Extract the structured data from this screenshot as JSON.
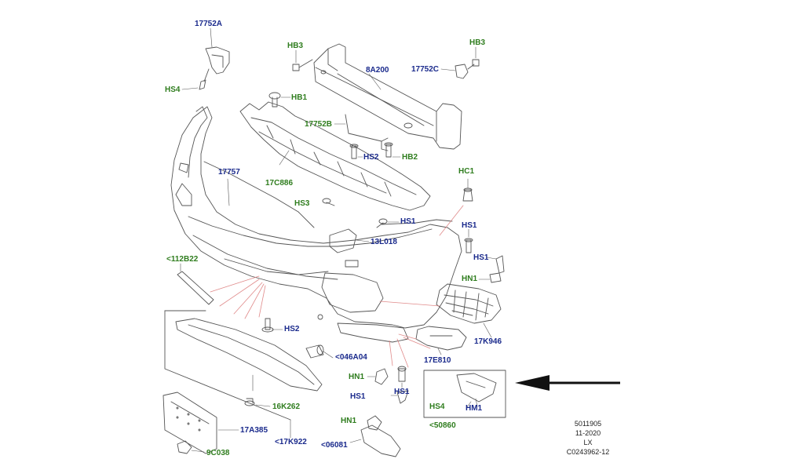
{
  "colors": {
    "part_number_blue": "#1a2a8c",
    "fastener_green": "#2f7d1e",
    "callout_red": "#e08a8a",
    "arrow": "#111111"
  },
  "labels": {
    "l17752A": "17752A",
    "lHB3a": "HB3",
    "lHS4a": "HS4",
    "l8A200": "8A200",
    "lHB3b": "HB3",
    "l17752C": "17752C",
    "lHB1": "HB1",
    "l17752B": "17752B",
    "lHS2a": "HS2",
    "lHB2": "HB2",
    "l17757": "17757",
    "l17C886": "17C886",
    "lHC1": "HC1",
    "lHS3": "HS3",
    "lHS1a": "HS1",
    "lHS1b": "HS1",
    "l13L018": "13L018",
    "l112B22": "<112B22",
    "lHS1c": "HS1",
    "lHN1a": "HN1",
    "l17K946": "17K946",
    "lHS2b": "HS2",
    "l046A04": "<046A04",
    "l17E810": "17E810",
    "lHN1b": "HN1",
    "lHS1d": "HS1",
    "lHS1e": "HS1",
    "l16K262": "16K262",
    "lHS4b": "HS4",
    "lHM1": "HM1",
    "l50860": "<50860",
    "l17A385": "17A385",
    "lHN1c": "HN1",
    "l17K922": "<17K922",
    "l06081": "<06081",
    "l9C038": "9C038"
  },
  "footer": {
    "line1": "5011905",
    "line2": "11-2020",
    "line3": "LX",
    "line4": "C0243962-12"
  }
}
